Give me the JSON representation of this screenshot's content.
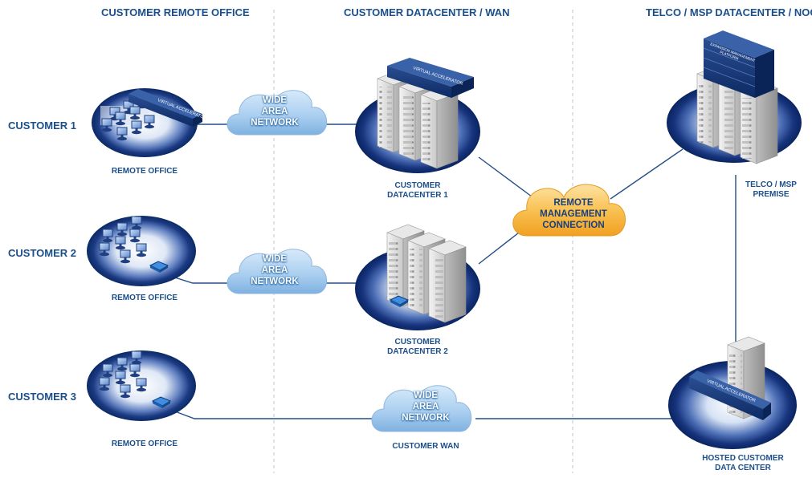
{
  "headers": {
    "col1": "CUSTOMER REMOTE OFFICE",
    "col2": "CUSTOMER  DATACENTER / WAN",
    "col3": "TELCO / MSP DATACENTER / NOC"
  },
  "customers": {
    "c1": "CUSTOMER 1",
    "c2": "CUSTOMER 2",
    "c3": "CUSTOMER 3"
  },
  "captions": {
    "remote1": "REMOTE OFFICE",
    "remote2": "REMOTE OFFICE",
    "remote3": "REMOTE OFFICE",
    "dc1_line1": "CUSTOMER",
    "dc1_line2": "DATACENTER 1",
    "dc2_line1": "CUSTOMER",
    "dc2_line2": "DATACENTER 2",
    "wan": "CUSTOMER WAN",
    "telco_line1": "TELCO / MSP",
    "telco_line2": "PREMISE",
    "hosted_line1": "HOSTED CUSTOMER",
    "hosted_line2": "DATA CENTER"
  },
  "clouds": {
    "wan1": [
      "WIDE",
      "AREA",
      "NETWORK"
    ],
    "wan2": [
      "WIDE",
      "AREA",
      "NETWORK"
    ],
    "wan3": [
      "WIDE",
      "AREA",
      "NETWORK"
    ],
    "remote": [
      "REMOTE",
      "MANAGEMENT",
      "CONNECTION"
    ]
  },
  "device_labels": {
    "accelerator": "VIRTUAL ACCELERATOR",
    "platform_line1": "EXPANSION MANAGEMENT",
    "platform_line2": "PLATFORM"
  },
  "colors": {
    "text": "#1b4f8c",
    "disc_dark": "#0b2a66",
    "disc_light": "#ffffff",
    "cloud_blue": "#9fc6ea",
    "cloud_orange": "#f7b13a",
    "line": "#234f87"
  }
}
